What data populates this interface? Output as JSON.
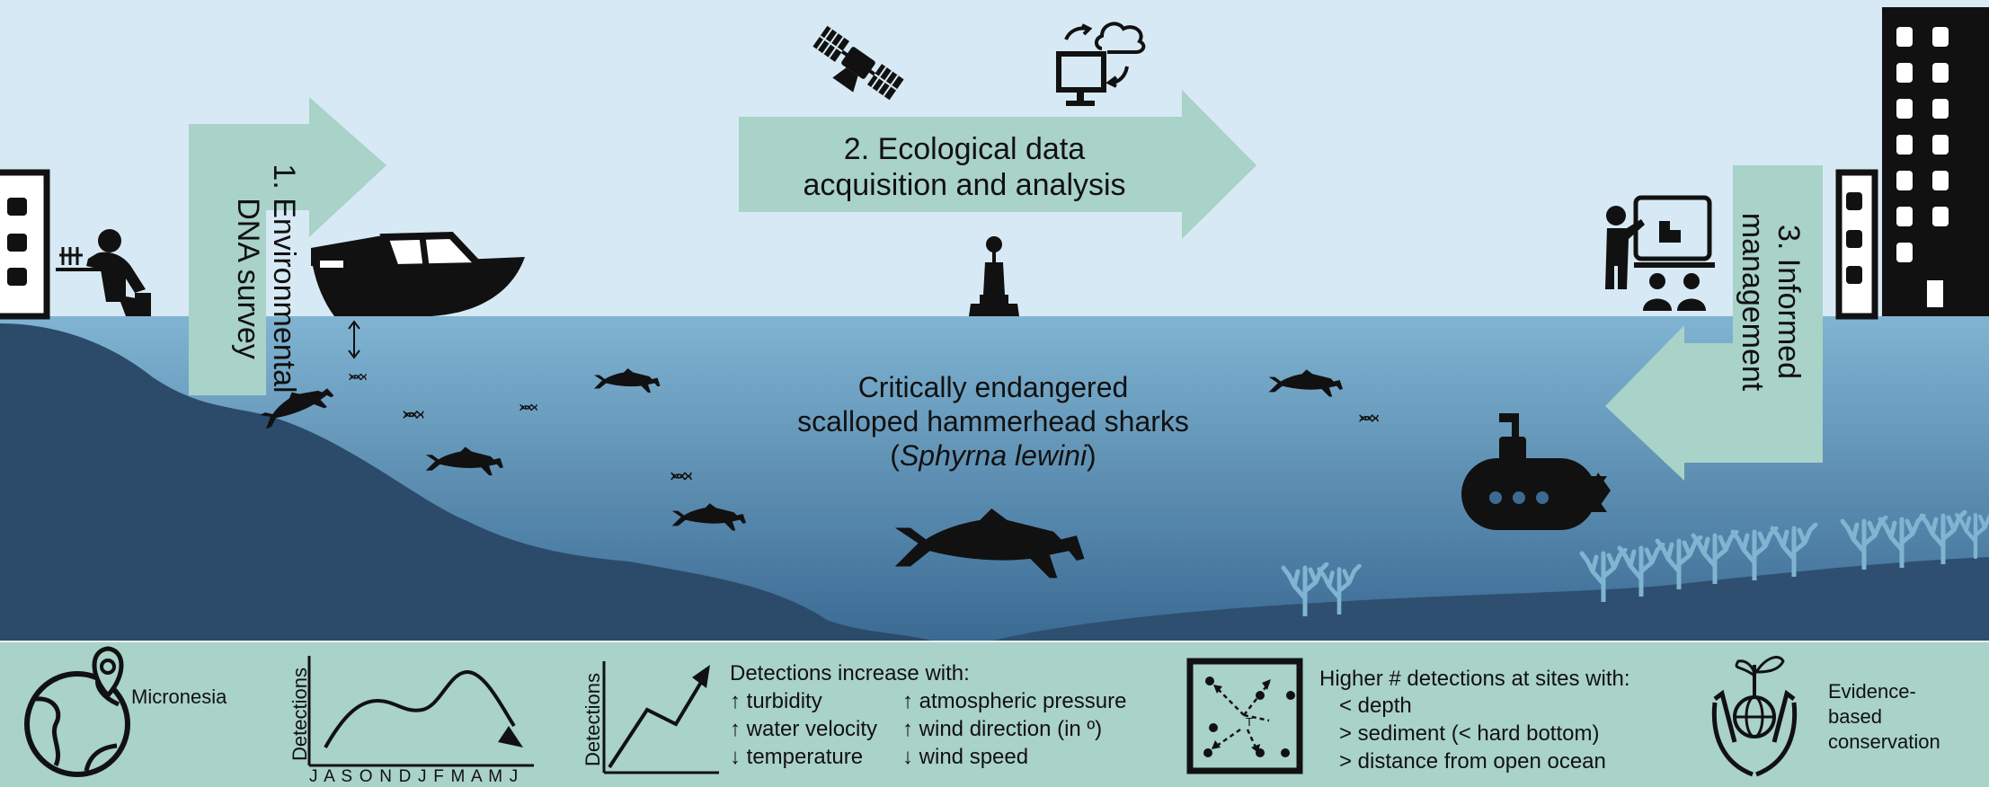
{
  "colors": {
    "sky": "#d7e9f4",
    "arrow": "#a9d2c8",
    "water_top": "#80b4d2",
    "water_bottom": "#3e6d96",
    "seafloor": "#2c4b6b",
    "bottom_panel": "#a9d2c8",
    "ink": "#111111"
  },
  "steps": {
    "step1": [
      "1. Environmental",
      "DNA survey"
    ],
    "step2": [
      "2. Ecological data",
      "acquisition and analysis"
    ],
    "step3": [
      "3. Informed",
      "management"
    ]
  },
  "center": {
    "line1": "Critically endangered",
    "line2": "scalloped hammerhead sharks",
    "species_open": "(",
    "species": "Sphyrna lewini",
    "species_close": ")"
  },
  "bottom": {
    "location": "Micronesia",
    "seasonal_ylabel": "Detections",
    "months": "J A S O N D J F M A M J",
    "trend_ylabel": "Detections",
    "increase_title": "Detections increase with:",
    "increase_left": [
      "↑ turbidity",
      "↑ water velocity",
      "↓ temperature"
    ],
    "increase_right": [
      "↑ atmospheric pressure",
      "↑ wind direction (in º)",
      "↓ wind speed"
    ],
    "sites_title": "Higher # detections at sites with:",
    "sites_items": [
      "< depth",
      "> sediment (< hard bottom)",
      "> distance from open ocean"
    ],
    "conservation": [
      "Evidence-",
      "based",
      "conservation"
    ]
  },
  "icons": [
    "satellite-icon",
    "cloud-computer-icon",
    "buoy-icon",
    "boat-icon",
    "scientist-icon",
    "presentation-icon",
    "building-icon",
    "submarine-icon",
    "shark-icon",
    "dna-icon",
    "coral-icon",
    "globe-pin-icon",
    "scatter-icon",
    "hands-globe-icon"
  ]
}
